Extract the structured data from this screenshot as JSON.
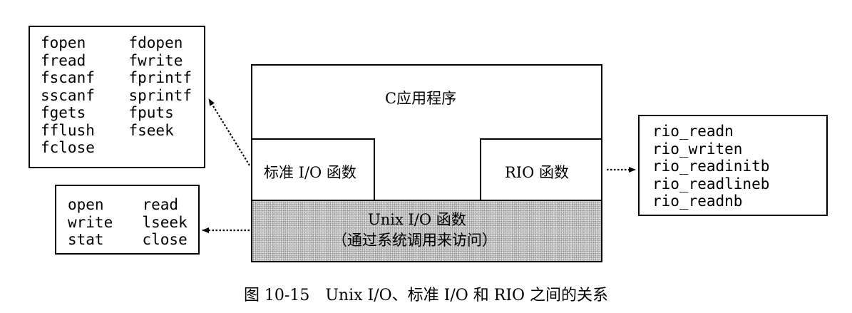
{
  "stdio_functions": [
    [
      "fopen",
      "fdopen"
    ],
    [
      "fread",
      "fwrite"
    ],
    [
      "fscanf",
      "fprintf"
    ],
    [
      "sscanf",
      "sprintf"
    ],
    [
      "fgets",
      "fputs"
    ],
    [
      "fflush",
      "fseek"
    ],
    [
      "fclose",
      ""
    ]
  ],
  "unix_io_functions": [
    [
      "open",
      "read"
    ],
    [
      "write",
      "lseek"
    ],
    [
      "stat",
      "close"
    ]
  ],
  "rio_functions": [
    "rio_readn",
    "rio_writen",
    "rio_readinitb",
    "rio_readlineb",
    "rio_readnb"
  ],
  "layers": {
    "app": "C应用程序",
    "stdio": "标准 I/O 函数",
    "rio": "RIO 函数",
    "unix_io": "Unix I/O 函数",
    "unix_io_note": "（通过系统调用来访问）"
  },
  "caption": "图 10-15　Unix I/O、标准 I/O 和 RIO 之间的关系"
}
